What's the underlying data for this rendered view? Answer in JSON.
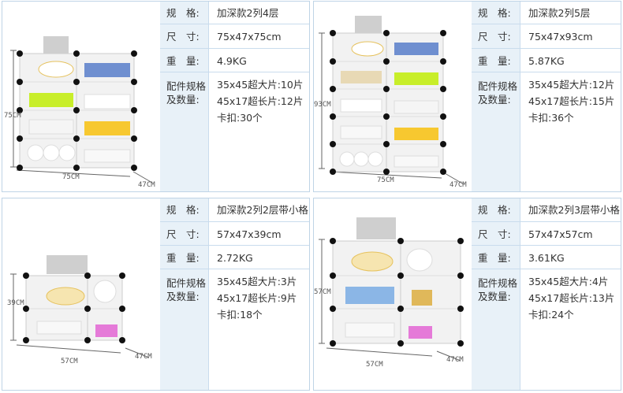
{
  "labels": {
    "spec": "规　格:",
    "size": "尺　寸:",
    "weight": "重　量:",
    "parts_line1": "配件规格",
    "parts_line2": "及数量:"
  },
  "products": [
    {
      "spec": "加深款2列4层",
      "size": "75x47x75cm",
      "weight": "4.9KG",
      "parts": [
        "35x45超大片:10片",
        "45x17超长片:12片",
        "卡扣:30个"
      ],
      "dims": {
        "height": "75CM",
        "width": "75CM",
        "depth": "47CM"
      }
    },
    {
      "spec": "加深款2列5层",
      "size": "75x47x93cm",
      "weight": "5.87KG",
      "parts": [
        "35x45超大片:12片",
        "45x17超长片:15片",
        "卡扣:36个"
      ],
      "dims": {
        "height": "93CM",
        "width": "75CM",
        "depth": "47CM"
      }
    },
    {
      "spec": "加深款2列2层带小格",
      "size": "57x47x39cm",
      "weight": "2.72KG",
      "parts": [
        "35x45超大片:3片",
        "45x17超长片:9片",
        "卡扣:18个"
      ],
      "dims": {
        "height": "39CM",
        "width": "57CM",
        "depth": "47CM"
      }
    },
    {
      "spec": "加深款2列3层带小格",
      "size": "57x47x57cm",
      "weight": "3.61KG",
      "parts": [
        "35x45超大片:4片",
        "45x17超长片:13片",
        "卡扣:24个"
      ],
      "dims": {
        "height": "57CM",
        "width": "57CM",
        "depth": "47CM"
      }
    }
  ]
}
